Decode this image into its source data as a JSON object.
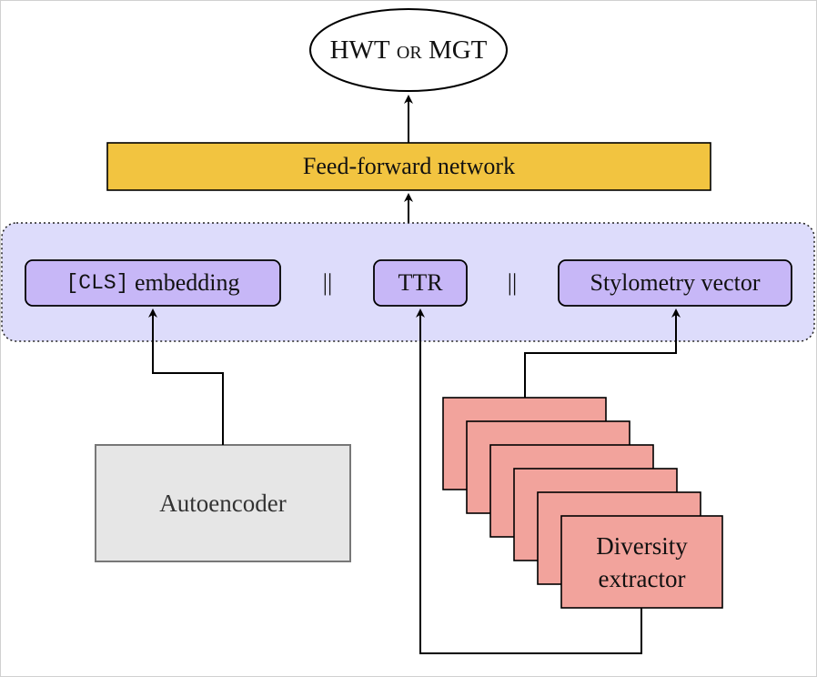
{
  "output": {
    "left": "HWT",
    "middle": "or",
    "right": "MGT"
  },
  "ffn": {
    "label": "Feed-forward network"
  },
  "features": {
    "cls_token": "[CLS]",
    "cls_rest": " embedding",
    "sep1": "||",
    "ttr": "TTR",
    "sep2": "||",
    "stylometry": "Stylometry vector"
  },
  "autoencoder": {
    "label": "Autoencoder"
  },
  "extractor": {
    "line1": "Diversity",
    "line2": "extractor"
  },
  "colors": {
    "ffn_fill": "#f2c440",
    "group_fill": "#dddcfb",
    "feature_fill": "#c7b7f7",
    "autoencoder_fill": "#e6e6e6",
    "extractor_fill": "#f2a39c"
  }
}
